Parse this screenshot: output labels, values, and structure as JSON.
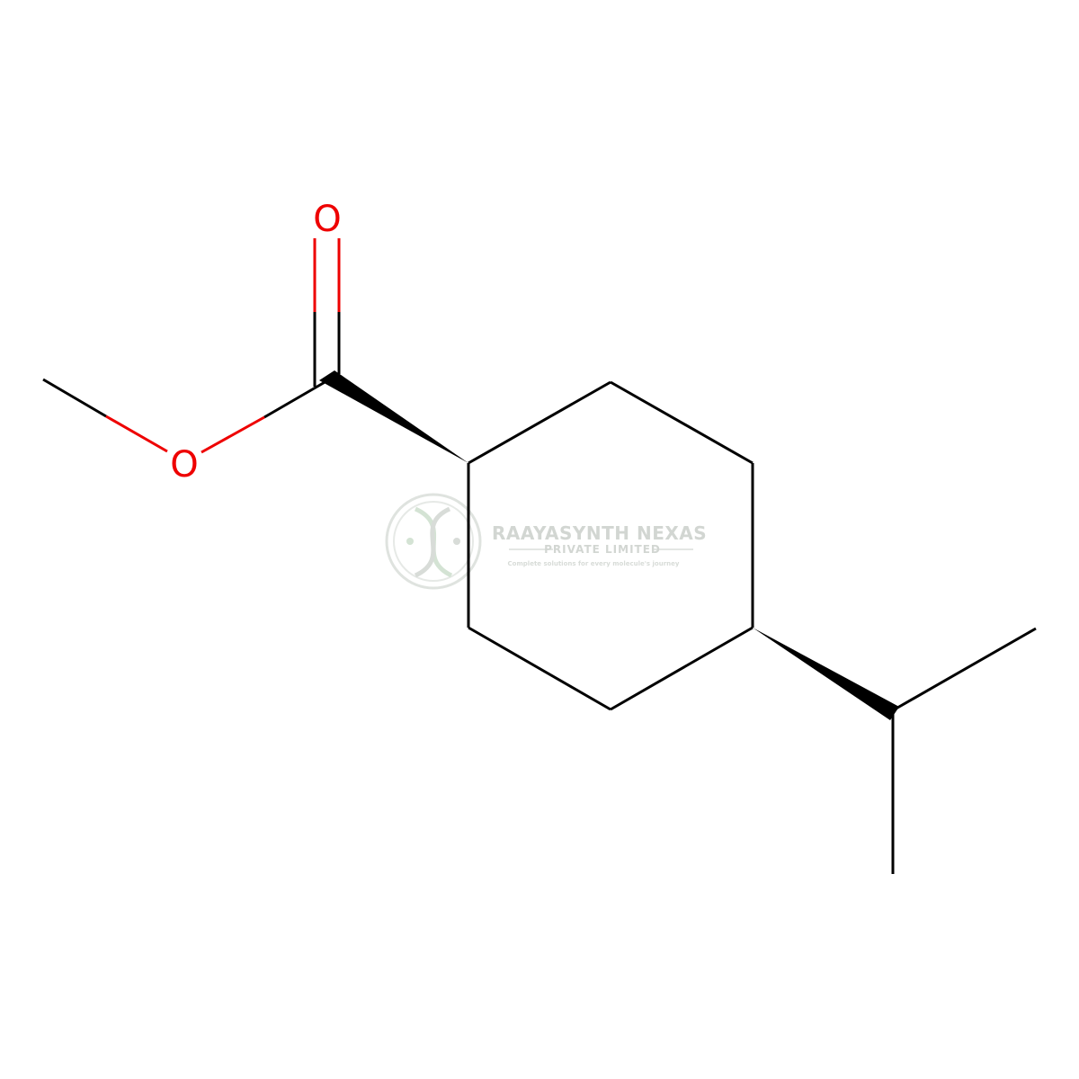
{
  "molecule": {
    "atoms": {
      "carbonyl_oxygen": "O",
      "ester_oxygen": "O"
    },
    "colors": {
      "bond": "#000000",
      "heteroatom_oxygen": "#ee0000",
      "background": "#ffffff"
    }
  },
  "watermark": {
    "company": "RAAYASYNTH NEXAS",
    "subtitle": "PRIVATE LIMITED",
    "tagline": "Complete solutions for every molecule's journey",
    "logo_icon": "dna-helix-icon",
    "color": "#d2d6d2"
  }
}
